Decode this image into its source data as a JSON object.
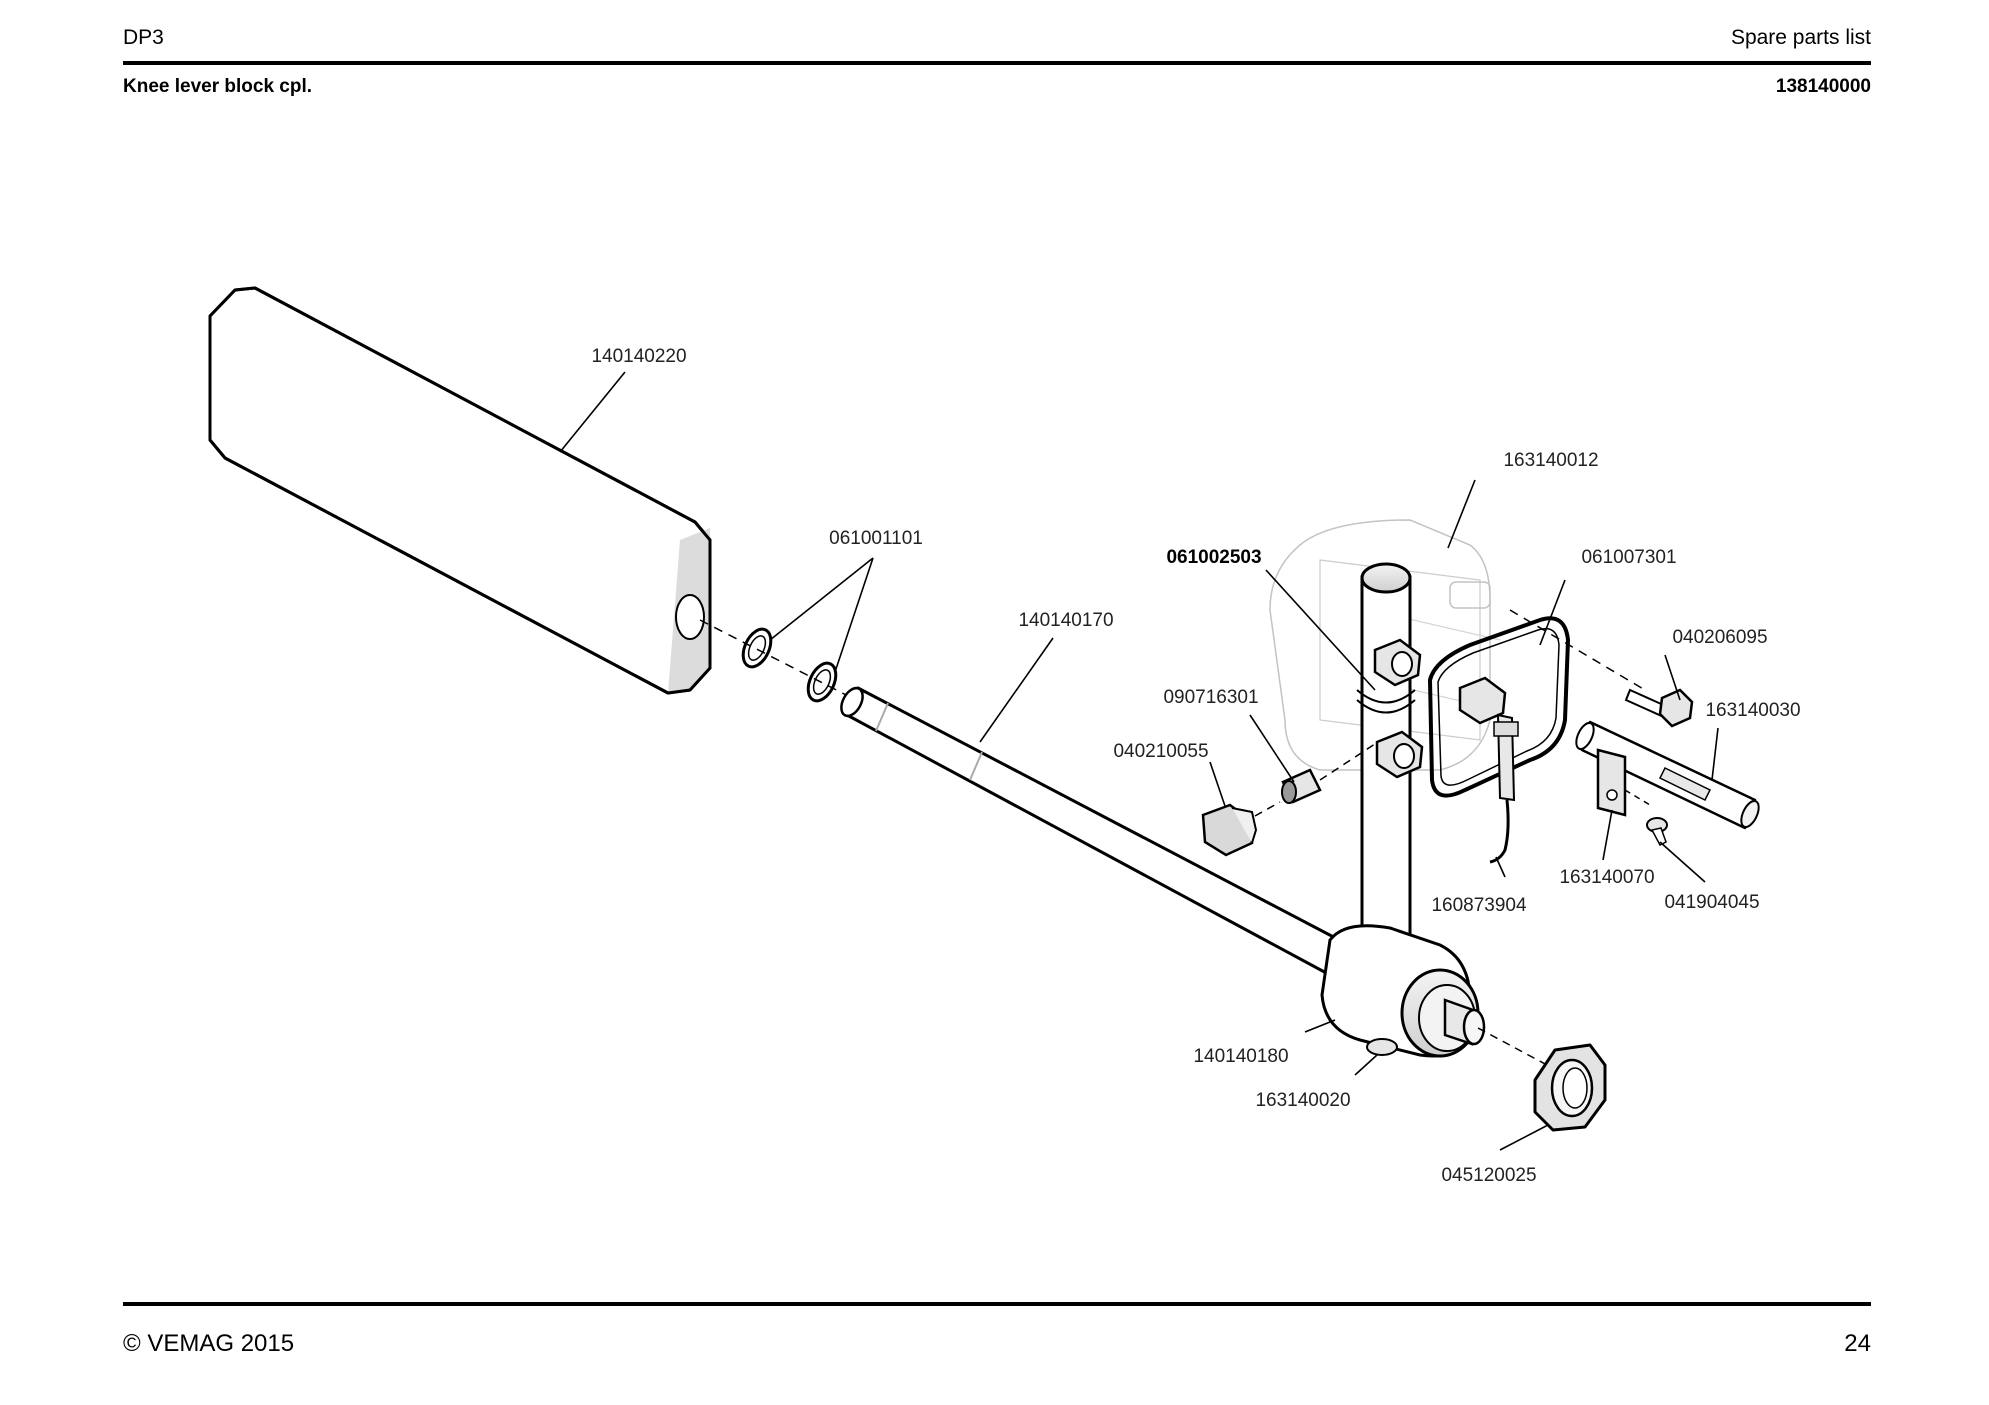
{
  "header": {
    "model": "DP3",
    "doc_type": "Spare parts list",
    "assembly_name": "Knee lever block cpl.",
    "assembly_number": "138140000"
  },
  "footer": {
    "copyright": "© VEMAG 2015",
    "page_number": "24"
  },
  "parts": [
    {
      "id": "pad",
      "label": "140140220"
    },
    {
      "id": "orings",
      "label": "061001101"
    },
    {
      "id": "shaft",
      "label": "140140170"
    },
    {
      "id": "bracket",
      "label": "163140012"
    },
    {
      "id": "bolt-set",
      "label": "061002503"
    },
    {
      "id": "oring-large",
      "label": "061007301"
    },
    {
      "id": "bolt-right",
      "label": "040206095"
    },
    {
      "id": "pin",
      "label": "163140030"
    },
    {
      "id": "bushing",
      "label": "090716301"
    },
    {
      "id": "plug",
      "label": "040210055"
    },
    {
      "id": "sensor",
      "label": "160873904"
    },
    {
      "id": "clip",
      "label": "163140070"
    },
    {
      "id": "screw",
      "label": "041904045"
    },
    {
      "id": "lever-hub",
      "label": "140140180"
    },
    {
      "id": "hub-pin",
      "label": "163140020"
    },
    {
      "id": "nut",
      "label": "045120025"
    }
  ]
}
